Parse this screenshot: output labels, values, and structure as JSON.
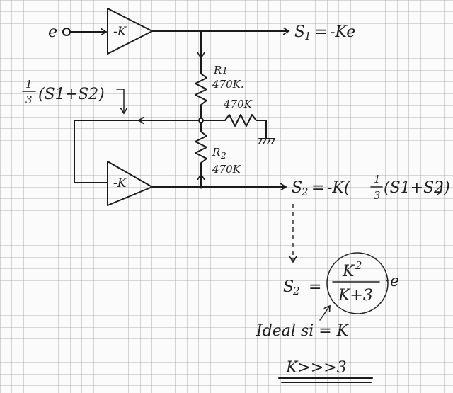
{
  "input": {
    "label": "e"
  },
  "amp1": {
    "gain": "-K"
  },
  "amp2": {
    "gain": "-K"
  },
  "s1": {
    "name": "S",
    "sub": "1",
    "equals": "=",
    "expr": "-Ke"
  },
  "r1": {
    "name": "R",
    "sub": "1",
    "value": "470K."
  },
  "r2": {
    "name": "R",
    "sub": "2",
    "value": "470K"
  },
  "r3": {
    "value": "470K"
  },
  "feedback": {
    "num": "1",
    "den": "3",
    "expr": "(S1+S2)"
  },
  "s2": {
    "name": "S",
    "sub": "2",
    "equals": "=",
    "prefix": "-K(",
    "num": "1",
    "den": "3",
    "expr": "(S1+S2)",
    "suffix": ")"
  },
  "result": {
    "name": "S",
    "sub": "2",
    "equals": "=",
    "num": "K",
    "num_exp": "2",
    "den": "K+3",
    "times": "·e"
  },
  "ideal": {
    "text": "Ideal si = K"
  },
  "condition": {
    "text": "K>>>3"
  }
}
